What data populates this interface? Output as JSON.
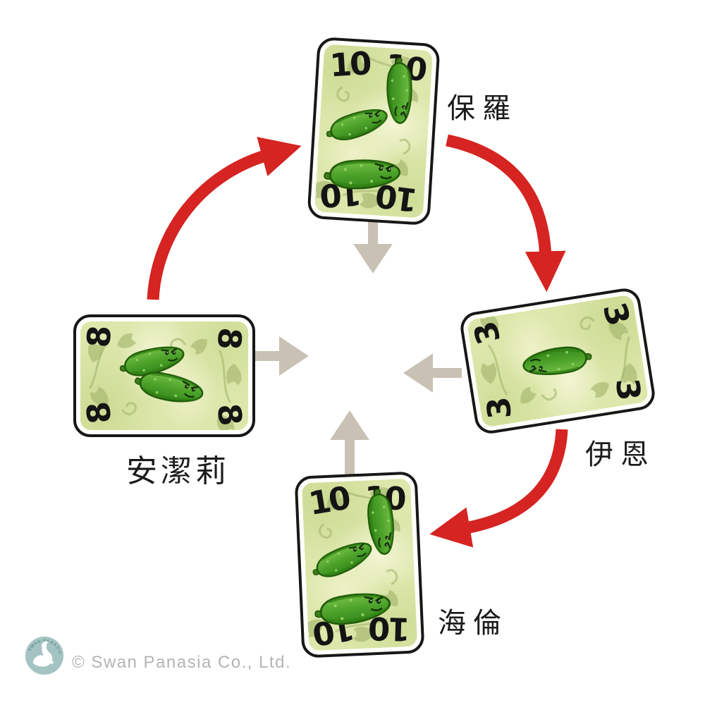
{
  "players": [
    {
      "name": "保羅",
      "position": "top",
      "card_value": "10",
      "cucumber_count": 3
    },
    {
      "name": "伊恩",
      "position": "right",
      "card_value": "3",
      "cucumber_count": 1
    },
    {
      "name": "海倫",
      "position": "bottom",
      "card_value": "10",
      "cucumber_count": 3
    },
    {
      "name": "安潔莉",
      "position": "left",
      "card_value": "8",
      "cucumber_count": 2
    }
  ],
  "arrows": {
    "pass_direction": [
      {
        "from": "安潔莉",
        "to": "保羅"
      },
      {
        "from": "保羅",
        "to": "伊恩"
      },
      {
        "from": "伊恩",
        "to": "海倫"
      }
    ],
    "to_center": [
      {
        "from": "保羅"
      },
      {
        "from": "安潔莉"
      },
      {
        "from": "伊恩"
      },
      {
        "from": "海倫"
      }
    ]
  },
  "colors": {
    "pass_arrow": "#d52421",
    "center_arrow": "#c8c1b4",
    "card_border": "#171717",
    "card_background": "#dde7ac",
    "card_accent_light": "#f3f5d4",
    "vine": "#a2b56b",
    "cucumber_body": "#4da22a",
    "cucumber_dark": "#2f8212",
    "number": "#141414",
    "label_text": "#1b1b1b",
    "logo": "#a4c4c3",
    "copyright_text": "#b5b3b3"
  },
  "footer": {
    "copyright": "© Swan Panasia Co., Ltd.",
    "logo_text": "SWAN PANASIA"
  }
}
